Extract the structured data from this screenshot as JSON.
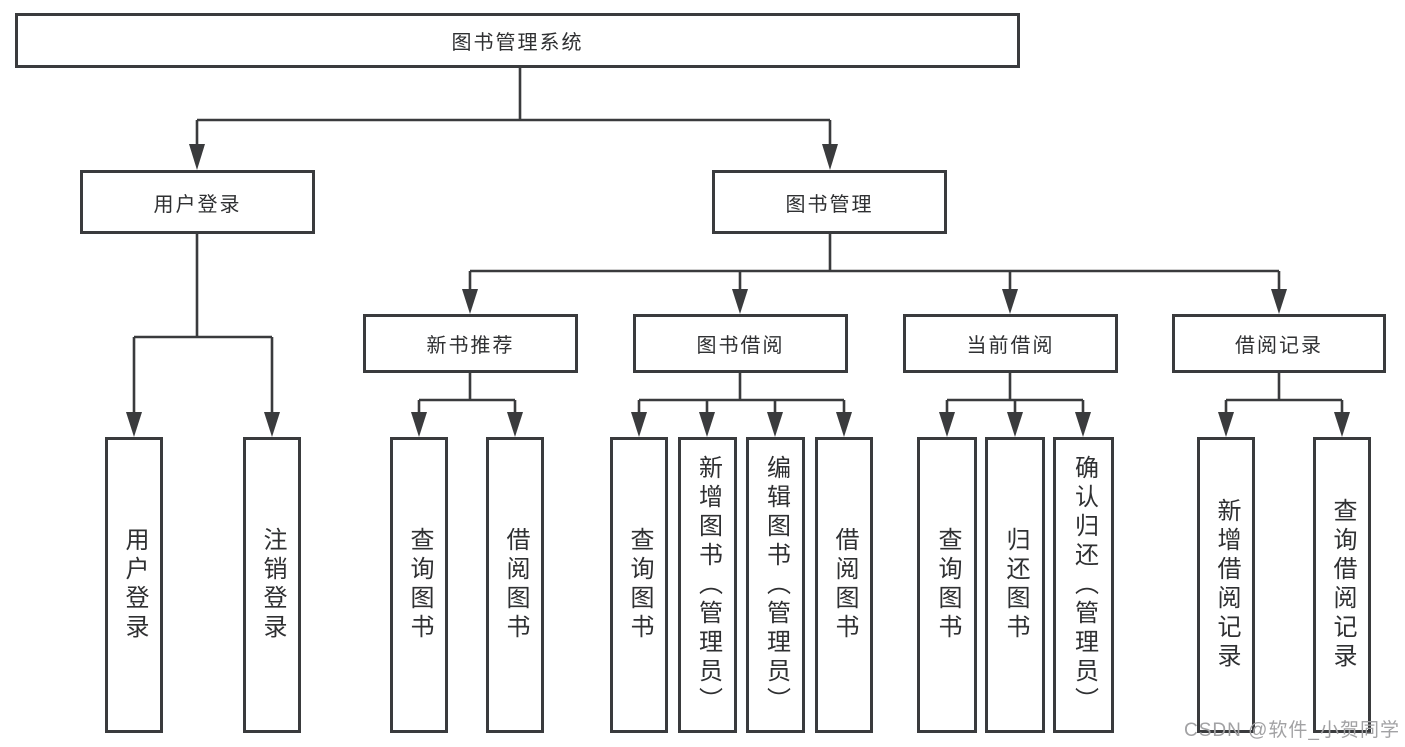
{
  "diagram": {
    "root": "图书管理系统",
    "branches": [
      {
        "label": "用户登录",
        "children": [
          "用户登录",
          "注销登录"
        ]
      },
      {
        "label": "图书管理",
        "groups": [
          {
            "label": "新书推荐",
            "children": [
              "查询图书",
              "借阅图书"
            ]
          },
          {
            "label": "图书借阅",
            "children": [
              "查询图书",
              "新增图书（管理员）",
              "编辑图书（管理员）",
              "借阅图书"
            ]
          },
          {
            "label": "当前借阅",
            "children": [
              "查询图书",
              "归还图书",
              "确认归还（管理员）"
            ]
          },
          {
            "label": "借阅记录",
            "children": [
              "新增借阅记录",
              "查询借阅记录"
            ]
          }
        ]
      }
    ]
  },
  "colors": {
    "line": "#3a3b3d",
    "text": "#2f3032",
    "watermark": "#a2a2a4"
  },
  "watermark": "CSDN @软件_小贺同学"
}
